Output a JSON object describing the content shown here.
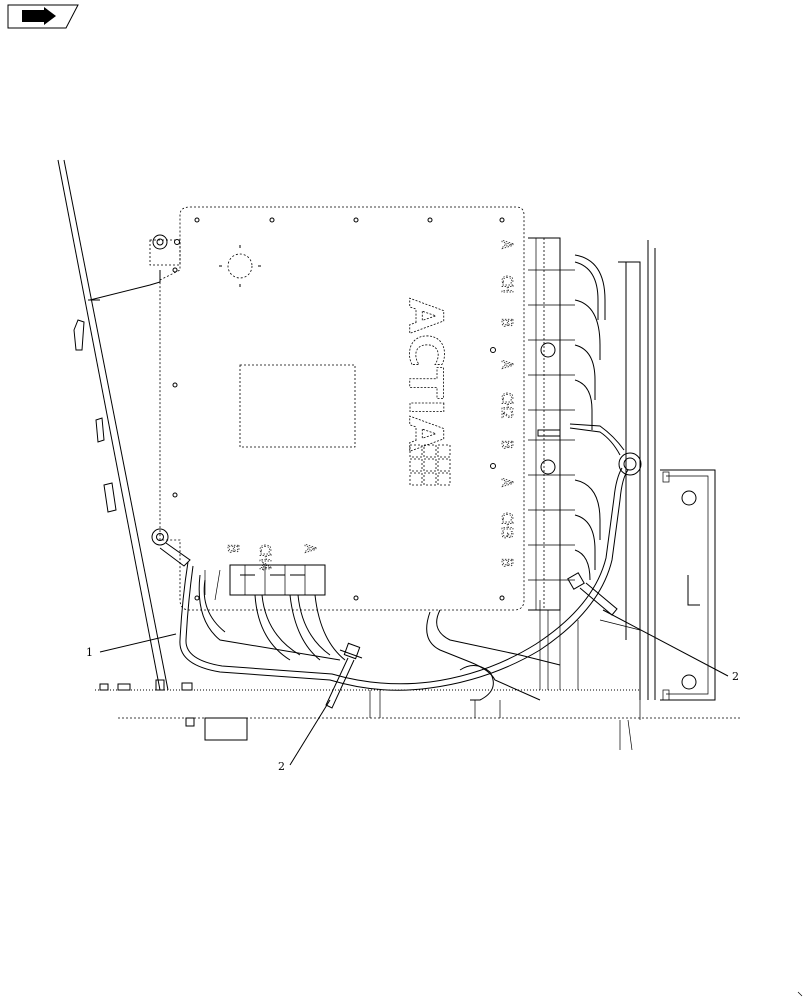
{
  "nav_icon": "arrow-right-icon",
  "callouts": {
    "c1": "1",
    "c2_left": "2",
    "c2_right": "2"
  },
  "module": {
    "brand": "ACTIA",
    "connectors_right": [
      "A",
      "CH",
      "B",
      "A",
      "CH2",
      "B",
      "A",
      "CH3",
      "B"
    ],
    "connectors_bottom": [
      "B",
      "CH4",
      "A"
    ]
  }
}
